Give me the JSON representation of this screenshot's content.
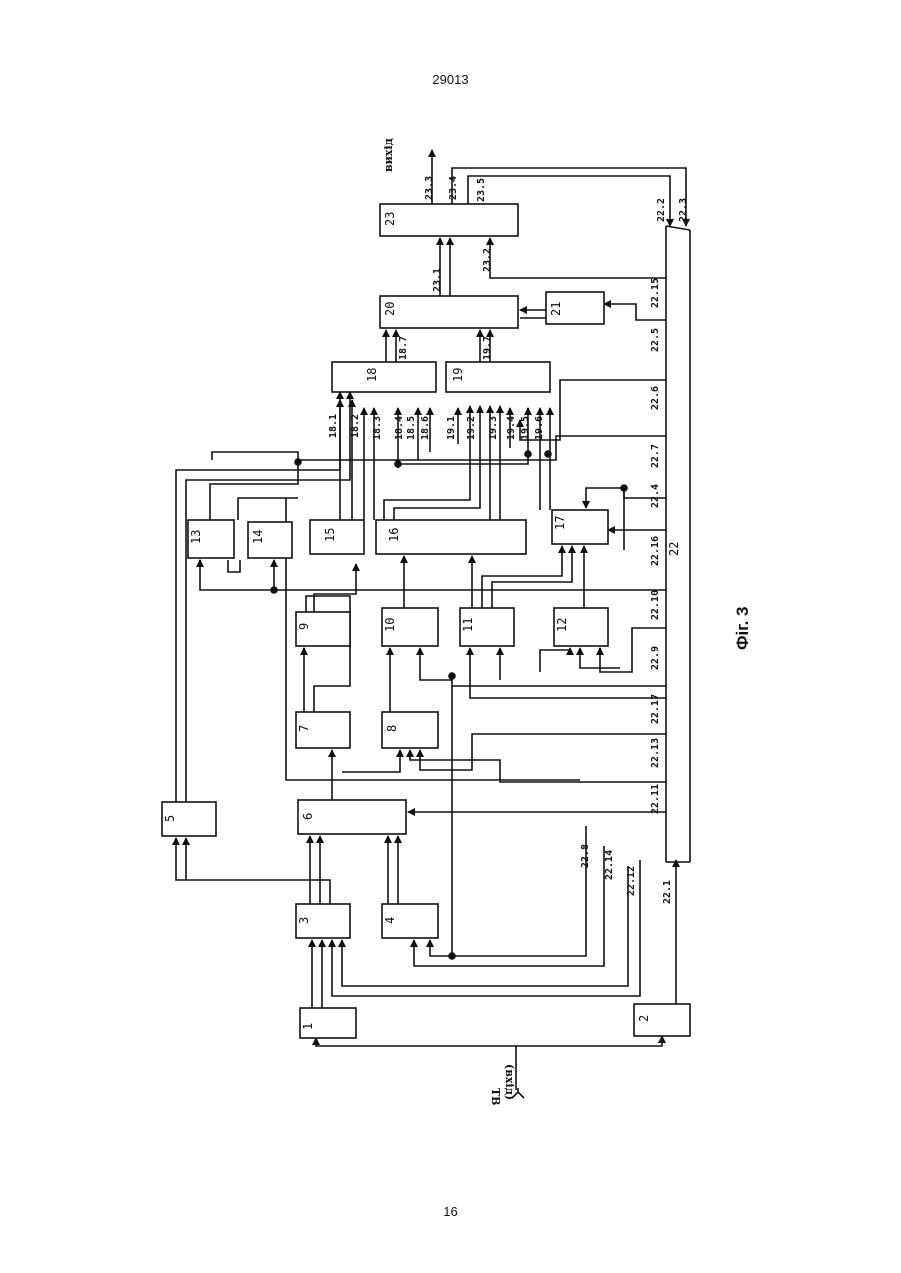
{
  "header": {
    "doc_number": "29013"
  },
  "footer": {
    "page_number": "16"
  },
  "figure": {
    "caption": "Фіг. 3",
    "input_label": "ТВ",
    "input_sub_label": "(вхід)",
    "output_label": "вихід",
    "blocks": [
      "1",
      "2",
      "3",
      "4",
      "5",
      "6",
      "7",
      "8",
      "9",
      "10",
      "11",
      "12",
      "13",
      "14",
      "15",
      "16",
      "17",
      "18",
      "19",
      "20",
      "21",
      "22",
      "23"
    ],
    "signals_22": [
      "22.1",
      "22.2",
      "22.3",
      "22.4",
      "22.5",
      "22.6",
      "22.7",
      "22.8",
      "22.9",
      "22.10",
      "22.11",
      "22.12",
      "22.13",
      "22.14",
      "22.15",
      "22.16",
      "22.17"
    ],
    "signals_18": [
      "18.1",
      "18.2",
      "18.3",
      "18.4",
      "18.5",
      "18.6",
      "18.7"
    ],
    "signals_19": [
      "19.1",
      "19.2",
      "19.3",
      "19.4",
      "19.5",
      "19.6",
      "19.7"
    ],
    "signals_23": [
      "23.1",
      "23.2",
      "23.3",
      "23.4",
      "23.5"
    ]
  }
}
